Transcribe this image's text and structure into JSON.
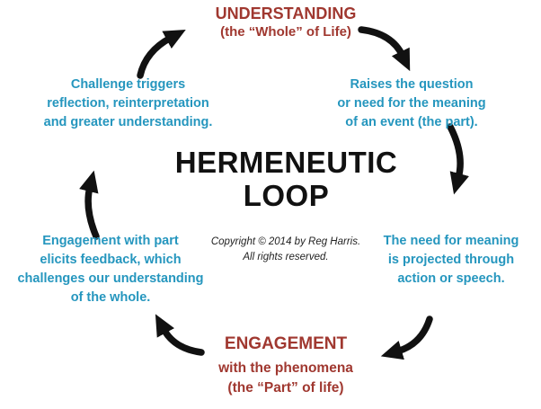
{
  "colors": {
    "heading": "#A03830",
    "step": "#2596BE",
    "title": "#111111"
  },
  "top": {
    "heading": "UNDERSTANDING",
    "subheading": "(the “Whole” of Life)"
  },
  "center": {
    "title": "HERMENEUTIC\nLOOP",
    "copyright": "Copyright © 2014 by Reg Harris.\nAll rights reserved."
  },
  "bottom": {
    "heading": "ENGAGEMENT",
    "subheading": "with the phenomena\n(the “Part” of life)"
  },
  "steps": {
    "top_left": "Challenge triggers\nreflection, reinterpretation\nand greater understanding.",
    "top_right": "Raises the question\nor need for the meaning\nof an event (the part).",
    "bottom_right": "The need for meaning\nis projected through\naction or speech.",
    "bottom_left": "Engagement with part\nelicits feedback, which\nchallenges our understanding\nof the whole."
  },
  "arrows": [
    {
      "name": "arrow-challenge-to-understanding",
      "direction": "up-right"
    },
    {
      "name": "arrow-understanding-to-question",
      "direction": "down-right"
    },
    {
      "name": "arrow-question-to-projection",
      "direction": "down"
    },
    {
      "name": "arrow-projection-to-engagement",
      "direction": "down-left"
    },
    {
      "name": "arrow-engagement-to-feedback",
      "direction": "up-left"
    },
    {
      "name": "arrow-feedback-to-challenge",
      "direction": "up"
    }
  ]
}
